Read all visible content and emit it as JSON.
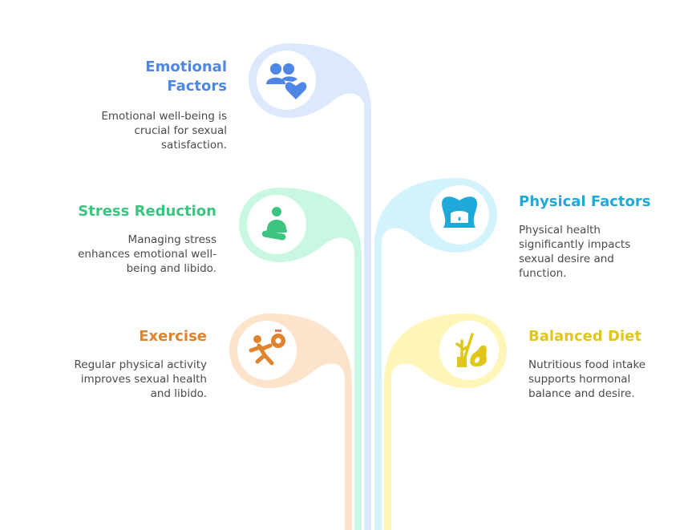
{
  "colors": {
    "emotional": "#4f86e6",
    "stress": "#3cc480",
    "exercise": "#e0832e",
    "physical": "#1fa9d9",
    "diet": "#e0c61a"
  },
  "items": [
    {
      "key": "emotional",
      "title": "Emotional\nFactors",
      "desc": "Emotional well-being is\ncrucial for sexual\nsatisfaction.",
      "icon": "people-heart-icon"
    },
    {
      "key": "stress",
      "title": "Stress Reduction",
      "desc": "Managing stress\nenhances emotional well-\nbeing and libido.",
      "icon": "meditation-icon"
    },
    {
      "key": "exercise",
      "title": "Exercise",
      "desc": "Regular physical activity\nimproves sexual health\nand libido.",
      "icon": "running-stopwatch-icon"
    },
    {
      "key": "physical",
      "title": "Physical Factors",
      "desc": "Physical health\nsignificantly impacts\nsexual desire and\nfunction.",
      "icon": "torso-icon"
    },
    {
      "key": "diet",
      "title": "Balanced Diet",
      "desc": "Nutritious food intake\nsupports hormonal\nbalance and desire.",
      "icon": "healthy-food-icon"
    }
  ]
}
